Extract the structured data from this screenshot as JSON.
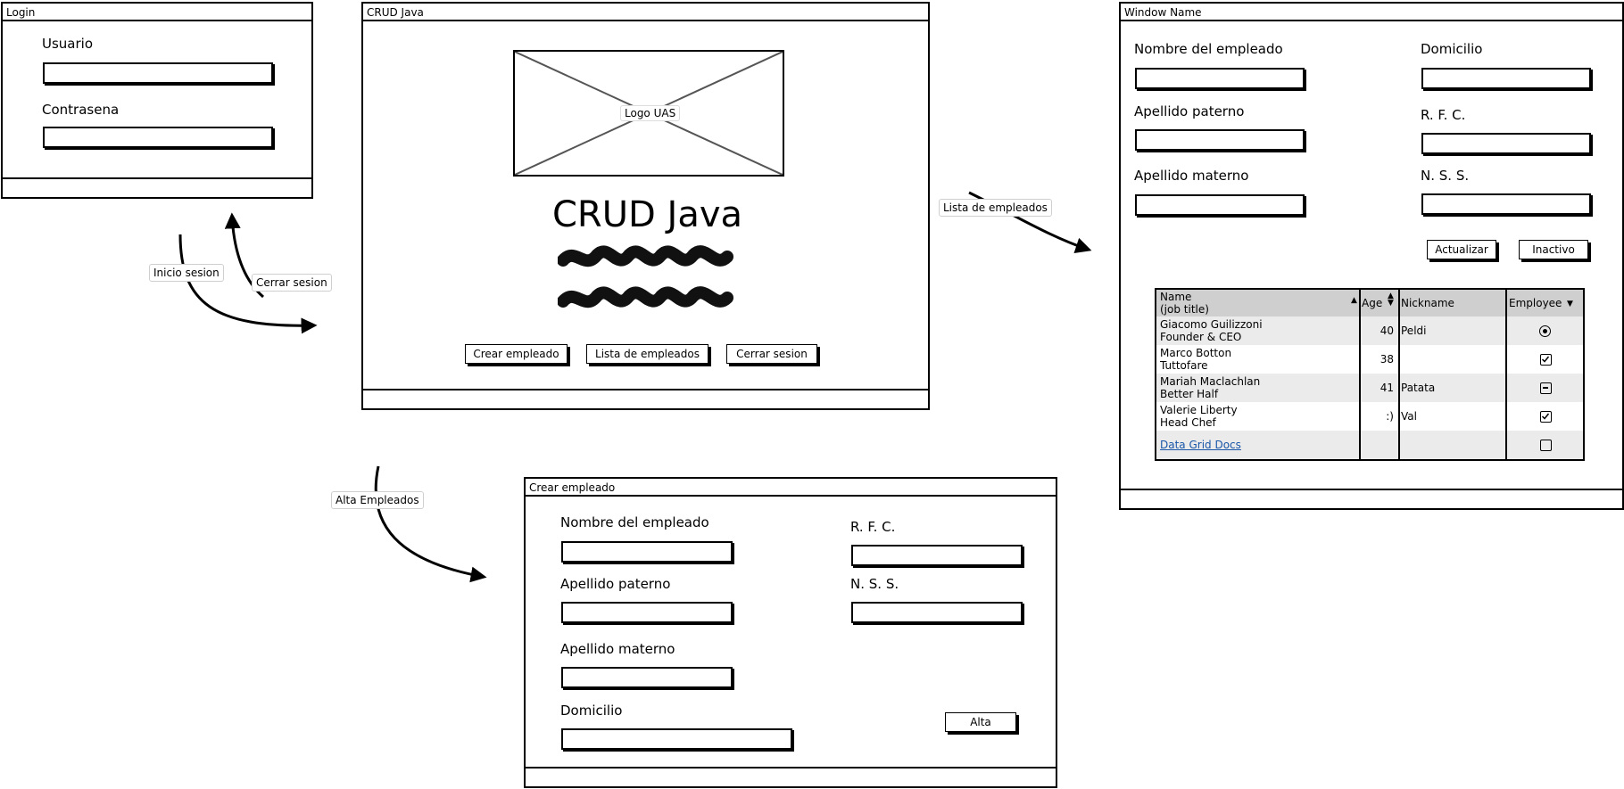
{
  "connectors": {
    "login_to_main": "Inicio sesion",
    "main_to_login": "Cerrar sesion",
    "main_to_list": "Lista de empleados",
    "main_to_create": "Alta Empleados"
  },
  "login_window": {
    "title": "Login",
    "user_label": "Usuario",
    "password_label": "Contrasena"
  },
  "main_window": {
    "title": "CRUD Java",
    "logo_label": "Logo UAS",
    "heading": "CRUD Java",
    "buttons": {
      "create": "Crear empleado",
      "list": "Lista de empleados",
      "logout": "Cerrar sesion"
    }
  },
  "list_window": {
    "title": "Window Name",
    "fields": {
      "nombre": "Nombre del empleado",
      "paterno": "Apellido paterno",
      "materno": "Apellido materno",
      "domicilio": "Domicilio",
      "rfc": "R. F. C.",
      "nss": "N. S. S."
    },
    "buttons": {
      "update": "Actualizar",
      "inactive": "Inactivo"
    },
    "grid": {
      "columns": {
        "name_line1": "Name",
        "name_line2": "(job title)",
        "age": "Age",
        "nickname": "Nickname",
        "employee": "Employee"
      },
      "rows": [
        {
          "name": "Giacomo Guilizzoni",
          "title": "Founder & CEO",
          "age": "40",
          "nickname": "Peldi",
          "control": "radio-selected"
        },
        {
          "name": "Marco Botton",
          "title": "Tuttofare",
          "age": "38",
          "nickname": "",
          "control": "checkbox-checked"
        },
        {
          "name": "Mariah Maclachlan",
          "title": "Better Half",
          "age": "41",
          "nickname": "Patata",
          "control": "checkbox-indeterminate"
        },
        {
          "name": "Valerie Liberty",
          "title": "Head Chef",
          "age": ":)",
          "nickname": "Val",
          "control": "checkbox-checked"
        }
      ],
      "footer_link": "Data Grid Docs",
      "footer_control": "checkbox-unchecked"
    }
  },
  "create_window": {
    "title": "Crear empleado",
    "fields": {
      "nombre": "Nombre del empleado",
      "paterno": "Apellido paterno",
      "materno": "Apellido materno",
      "domicilio": "Domicilio",
      "rfc": "R. F. C.",
      "nss": "N. S. S."
    },
    "submit": "Alta"
  }
}
